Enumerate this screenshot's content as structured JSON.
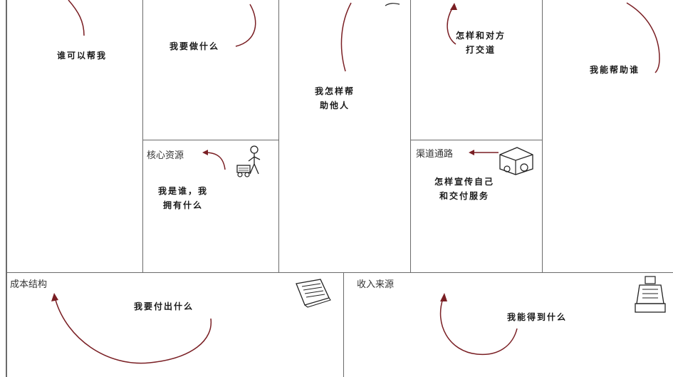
{
  "blocks": {
    "key_partners": {
      "caption": "谁可以帮我"
    },
    "key_activities": {
      "caption": "我要做什么"
    },
    "key_resources": {
      "title": "核心资源",
      "caption_line1": "我是谁，我",
      "caption_line2": "拥有什么",
      "icon": "worker-icon"
    },
    "value_propositions": {
      "caption_line1": "我怎样帮",
      "caption_line2": "助他人"
    },
    "customer_relationships": {
      "caption_line1": "怎样和对方",
      "caption_line2": "打交道"
    },
    "channels": {
      "title": "渠道通路",
      "caption_line1": "怎样宣传自己",
      "caption_line2": "和交付服务",
      "icon": "delivery-truck-icon"
    },
    "customer_segments": {
      "caption": "我能帮助谁"
    },
    "cost_structure": {
      "title": "成本结构",
      "caption": "我要付出什么",
      "icon": "invoice-paper-icon"
    },
    "revenue_streams": {
      "title": "收入来源",
      "caption": "我能得到什么",
      "icon": "cash-register-icon"
    }
  },
  "colors": {
    "arrow": "#7a1f24",
    "line": "#6b6b6b"
  }
}
